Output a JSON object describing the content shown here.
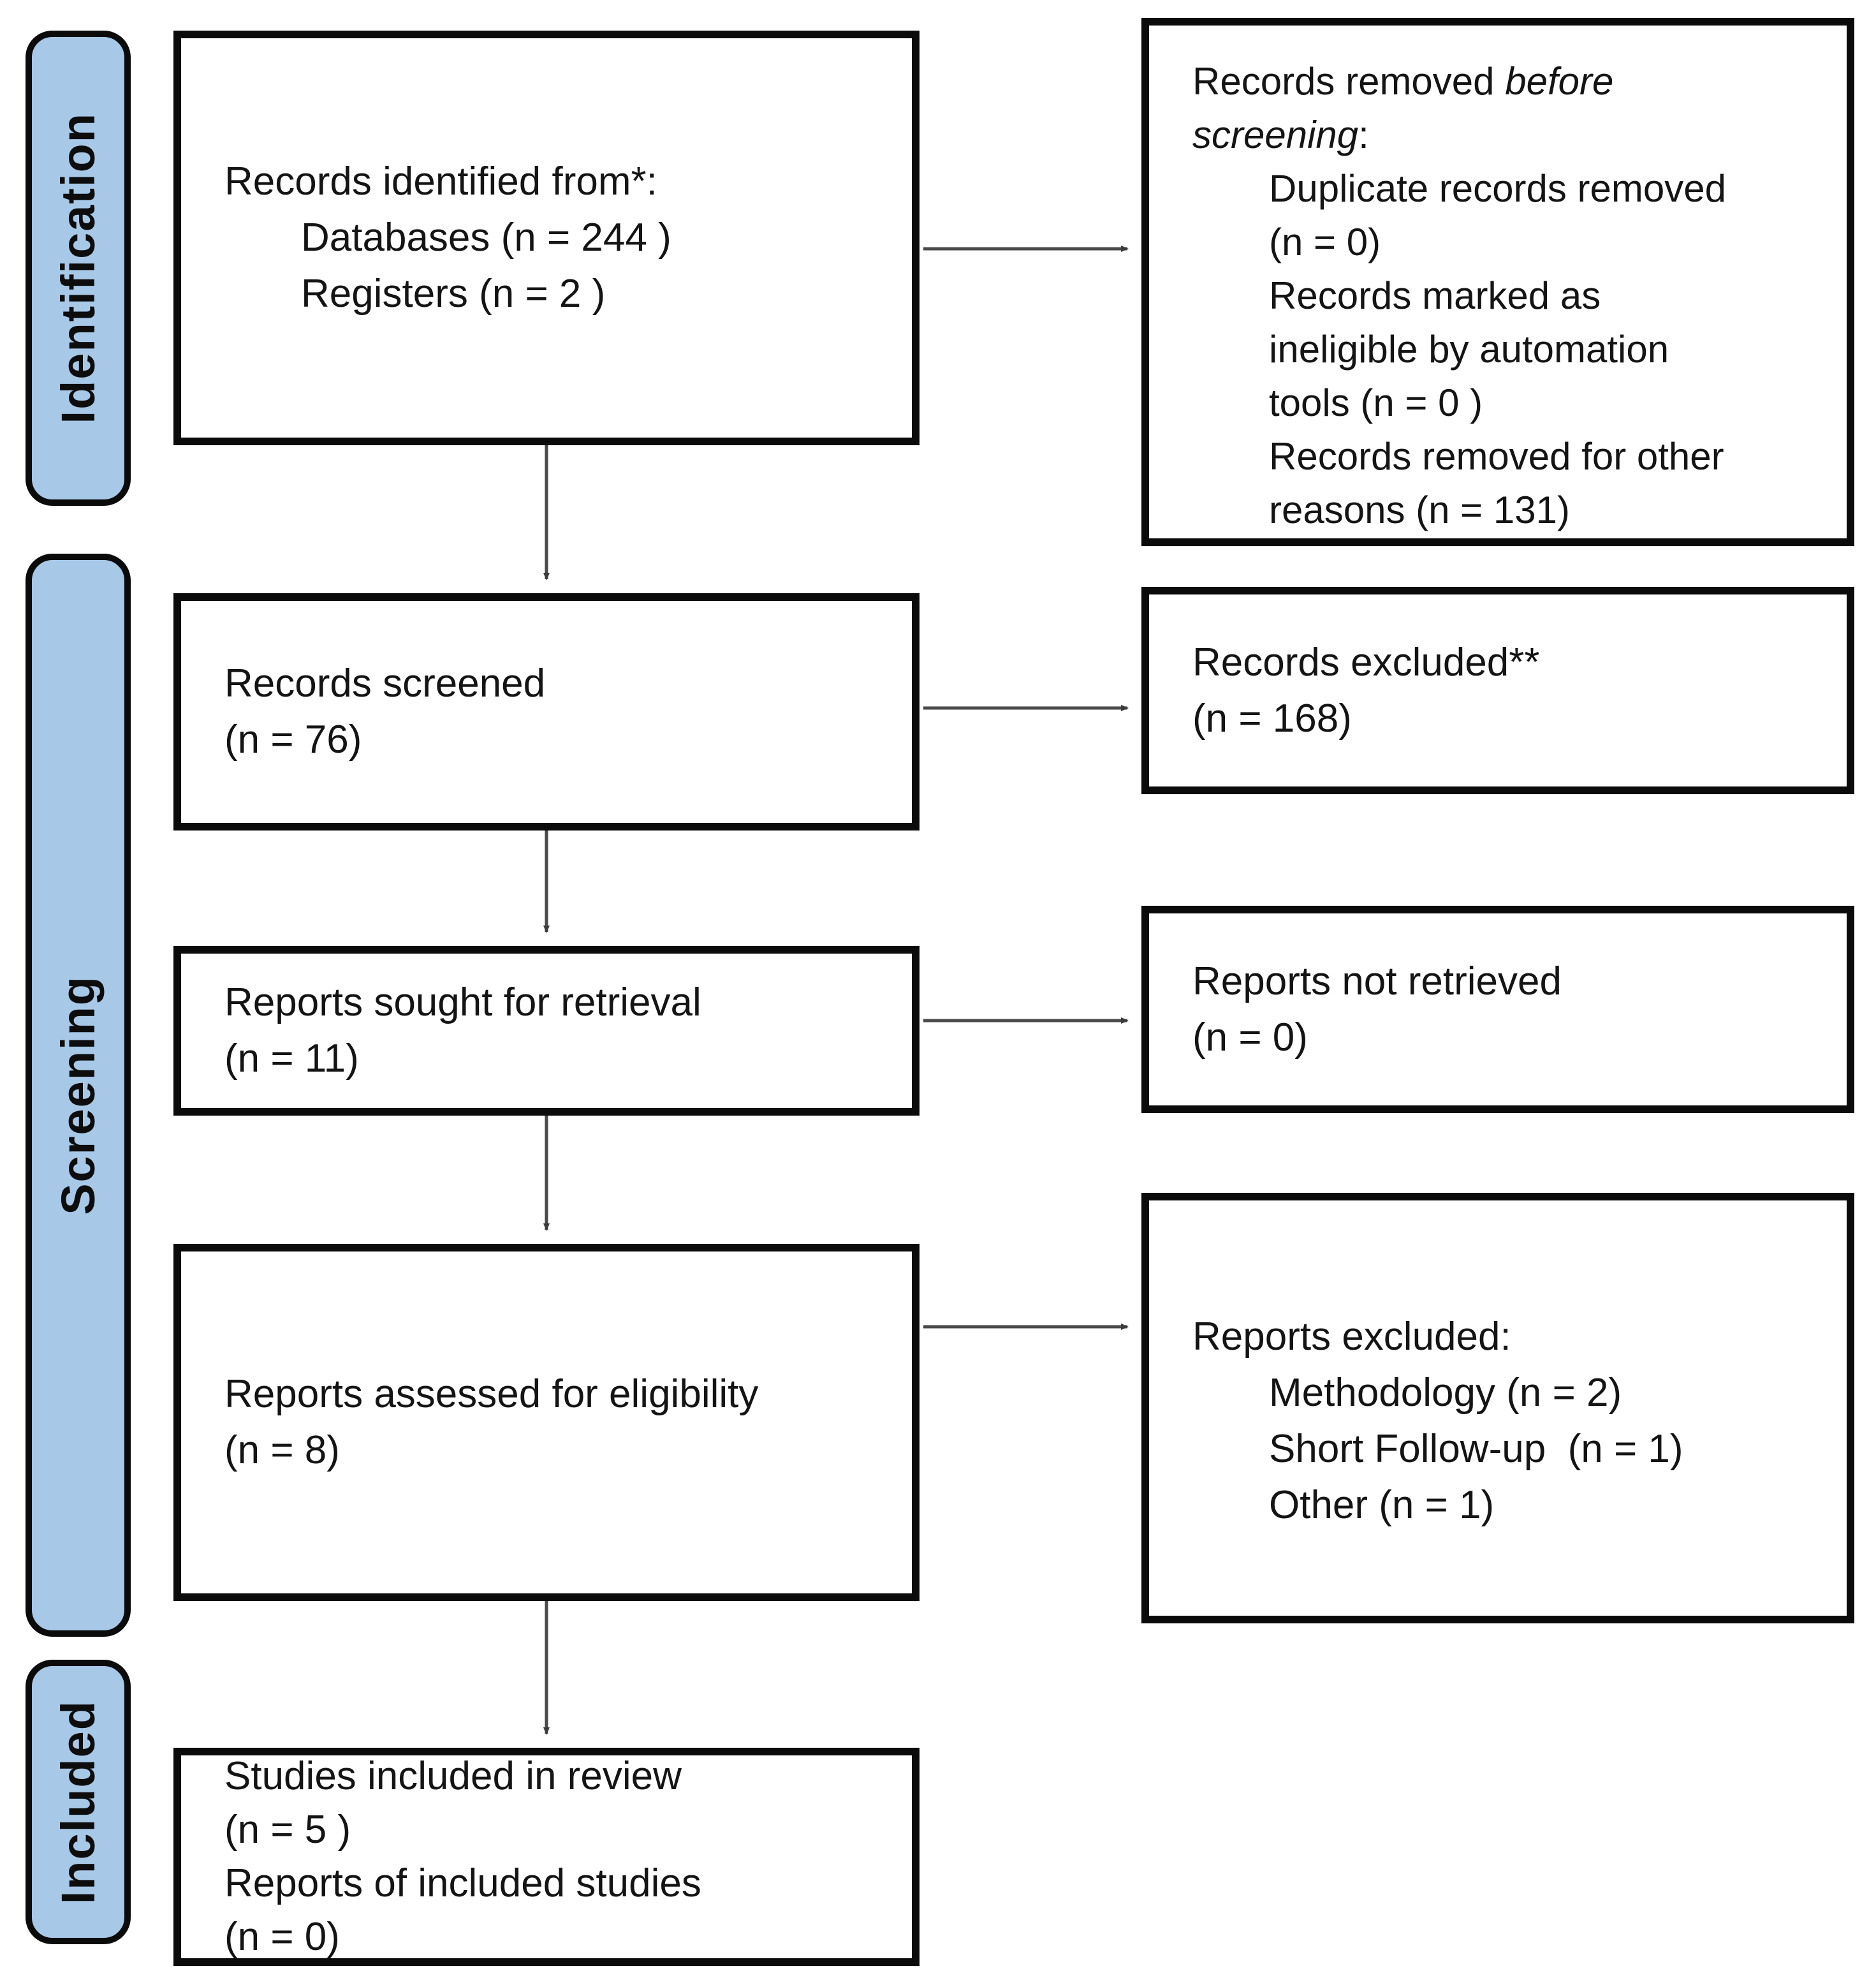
{
  "colors": {
    "stage_fill": "#A8C8E8",
    "box_border": "#0b0b0b",
    "arrow": "#4a4a4a",
    "text": "#141414"
  },
  "sidebar": {
    "items": [
      {
        "label": "Identification"
      },
      {
        "label": "Screening"
      },
      {
        "label": "Included"
      }
    ]
  },
  "boxes": {
    "identified": {
      "title": "Records identified from*:",
      "items": [
        "Databases (n = 244 )",
        "Registers (n = 2 )"
      ]
    },
    "removed": {
      "title_r1": "Records removed ",
      "title_i1": "before",
      "title_i2": "screening",
      "title_r2": ":",
      "lines": [
        "Duplicate records removed",
        "(n = 0)",
        "Records marked as",
        "ineligible by automation",
        "tools (n = 0 )",
        "Records removed for other",
        "reasons (n = 131)"
      ]
    },
    "screened": {
      "lines": [
        "Records screened",
        "(n = 76)"
      ]
    },
    "records_excluded": {
      "lines": [
        "Records excluded**",
        "(n = 168)"
      ]
    },
    "sought": {
      "lines": [
        "Reports sought for retrieval",
        "(n = 11)"
      ]
    },
    "not_retrieved": {
      "lines": [
        "Reports not retrieved",
        "(n = 0)"
      ]
    },
    "assessed": {
      "lines": [
        "Reports assessed for eligibility",
        "(n = 8)"
      ]
    },
    "reports_excluded": {
      "title": "Reports excluded:",
      "items": [
        "Methodology (n = 2)",
        "Short Follow-up  (n = 1)",
        "Other (n = 1)"
      ]
    },
    "included_studies": {
      "lines": [
        "Studies included in review",
        "(n = 5 )",
        "Reports of included studies",
        "(n = 0)"
      ]
    }
  }
}
